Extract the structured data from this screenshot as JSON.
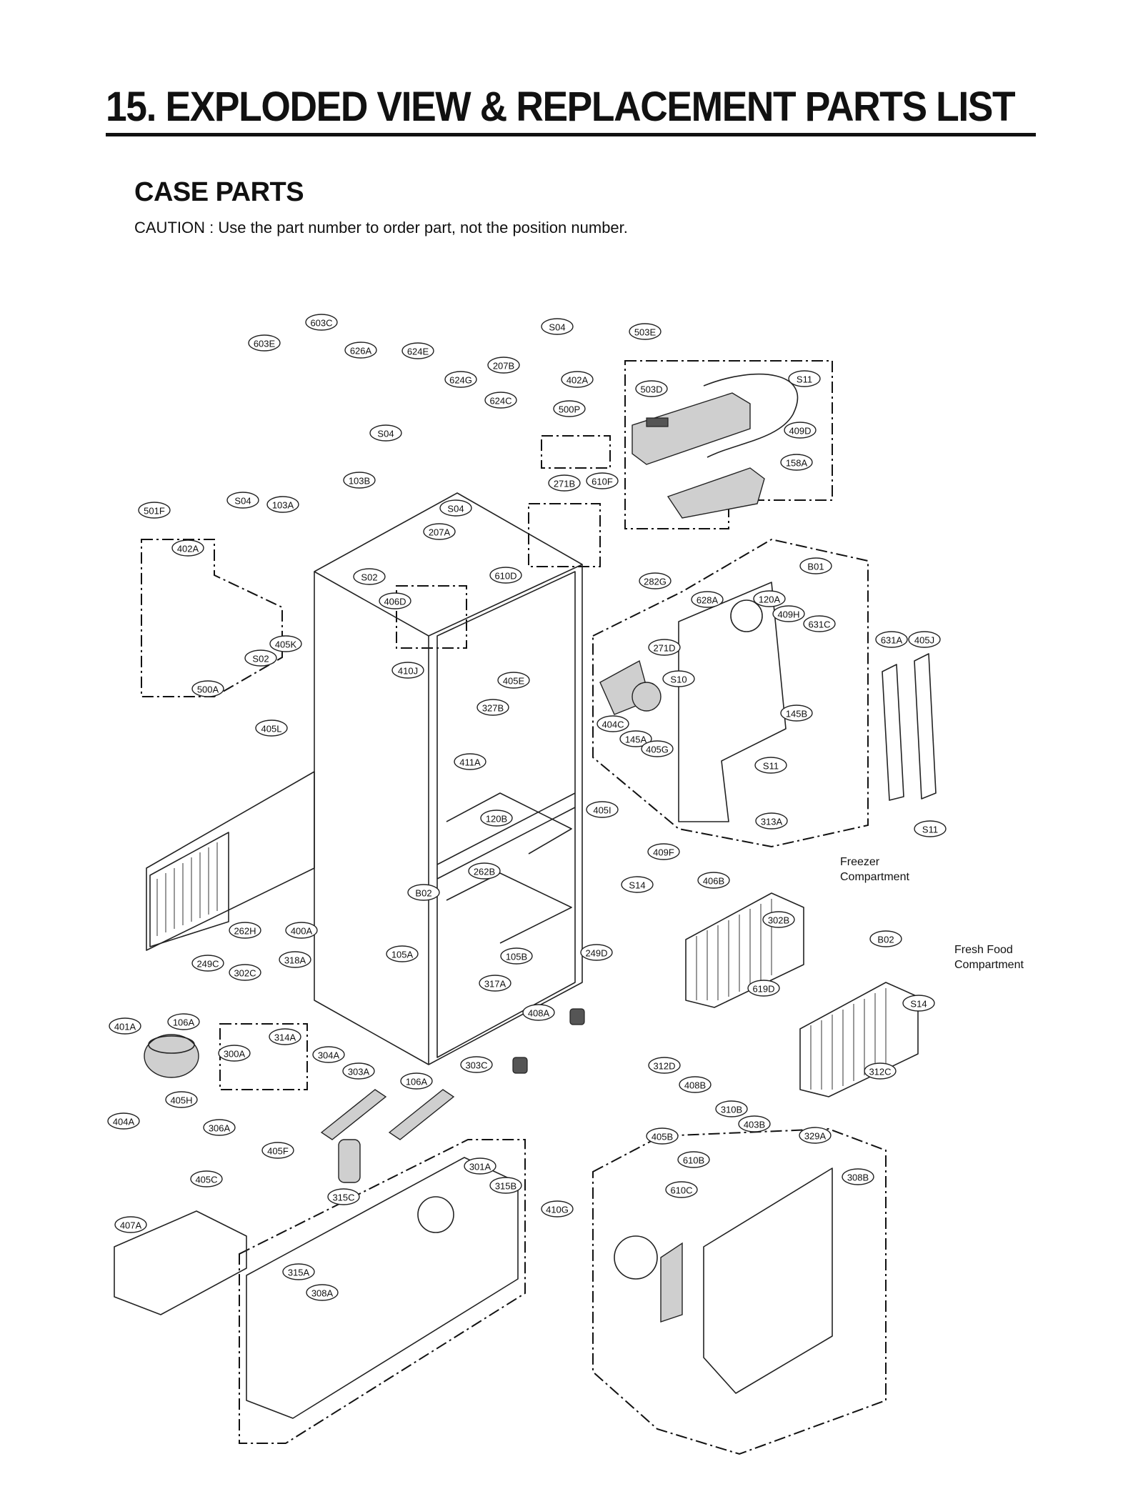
{
  "header": {
    "title": "15. EXPLODED VIEW & REPLACEMENT PARTS LIST",
    "section": "CASE PARTS",
    "caution": "CAUTION : Use the part number to order part, not the position number."
  },
  "compartments": {
    "freezer": [
      "Freezer",
      "Compartment"
    ],
    "fresh_food": [
      "Fresh Food",
      "Compartment"
    ]
  },
  "labels": [
    "603C",
    "603E",
    "626A",
    "624E",
    "S04",
    "207B",
    "402A",
    "503E",
    "624G",
    "624C",
    "500P",
    "S11",
    "503D",
    "409D",
    "158A",
    "610F",
    "271B",
    "103B",
    "S04",
    "S04",
    "103A",
    "501F",
    "S04",
    "207A",
    "402A",
    "S02",
    "610D",
    "406D",
    "B01",
    "282G",
    "120A",
    "628A",
    "409H",
    "631C",
    "631A",
    "405J",
    "405K",
    "S02",
    "410J",
    "271D",
    "405E",
    "S10",
    "327B",
    "500A",
    "145B",
    "404C",
    "145A",
    "405G",
    "405L",
    "411A",
    "S11",
    "120B",
    "313A",
    "S11",
    "405I",
    "409F",
    "262B",
    "S14",
    "406B",
    "B02",
    "Freezer-302B",
    "262H",
    "400A",
    "105A",
    "105B",
    "249D",
    "B02",
    "249C",
    "302C",
    "318A",
    "317A",
    "619D",
    "S14",
    "408A",
    "401A",
    "106A",
    "314A",
    "300A",
    "304A",
    "303C",
    "303A",
    "106A",
    "312C",
    "312D",
    "408B",
    "405H",
    "404A",
    "306A",
    "310B",
    "403B",
    "405B",
    "329A",
    "405F",
    "610B",
    "301A",
    "405C",
    "315B",
    "308B",
    "315C",
    "610C",
    "410G",
    "407A",
    "315A",
    "308A",
    "315B",
    "315C"
  ]
}
